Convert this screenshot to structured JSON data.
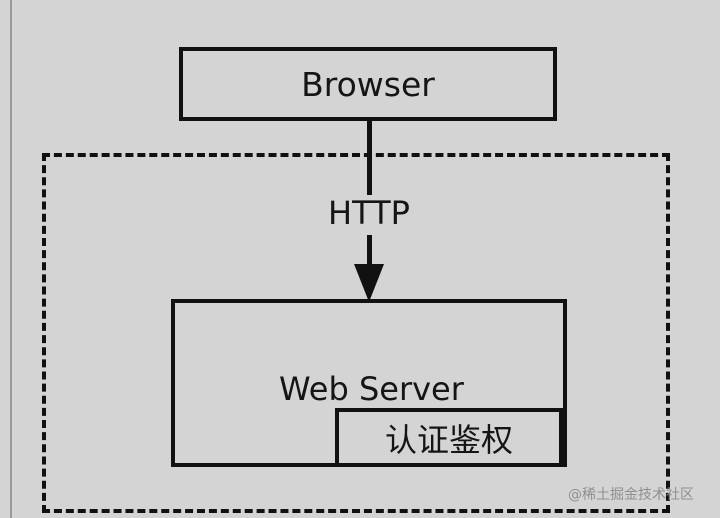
{
  "diagram": {
    "browser_label": "Browser",
    "http_label": "HTTP",
    "web_server_label": "Web Server",
    "auth_label": "认证鉴权",
    "watermark": "@稀土掘金技术社区"
  },
  "colors": {
    "background": "#d4d4d4",
    "line": "#111111",
    "text": "#151515",
    "watermark": "#8f8f8f"
  }
}
